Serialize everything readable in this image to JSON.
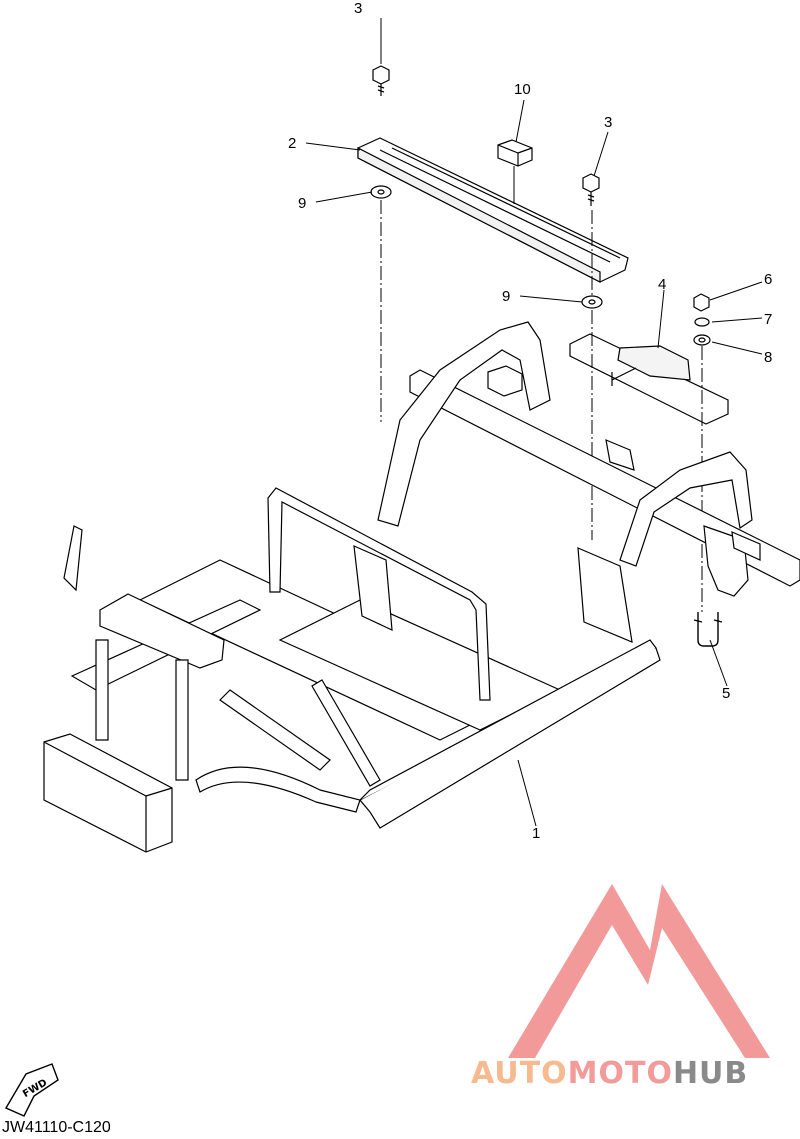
{
  "diagram": {
    "part_code": "JW41110-C120",
    "fwd_label": "FWD",
    "callouts": [
      {
        "id": "c1",
        "label": "1"
      },
      {
        "id": "c2",
        "label": "2"
      },
      {
        "id": "c3a",
        "label": "3"
      },
      {
        "id": "c3b",
        "label": "3"
      },
      {
        "id": "c4",
        "label": "4"
      },
      {
        "id": "c5",
        "label": "5"
      },
      {
        "id": "c6",
        "label": "6"
      },
      {
        "id": "c7",
        "label": "7"
      },
      {
        "id": "c8",
        "label": "8"
      },
      {
        "id": "c9a",
        "label": "9"
      },
      {
        "id": "c9b",
        "label": "9"
      },
      {
        "id": "c10",
        "label": "10"
      }
    ]
  },
  "watermark": {
    "part1": "AUTO",
    "part2": "MOTO",
    "part3": "HUB",
    "colors": {
      "auto": "#f7b98f",
      "moto": "#f39a9a",
      "hub": "#8a8a8a",
      "logo": "#f08080"
    }
  }
}
